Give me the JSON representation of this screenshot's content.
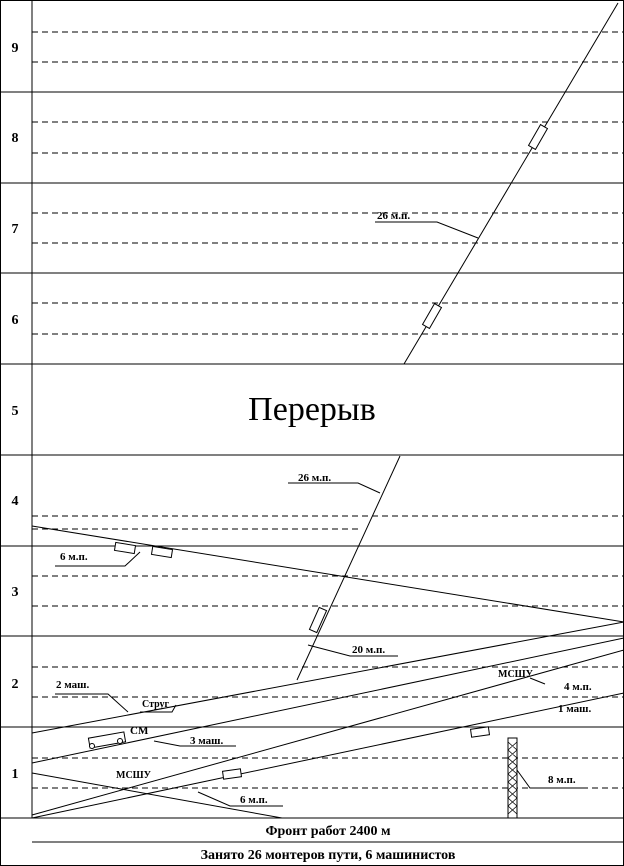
{
  "hours": [
    "1",
    "2",
    "3",
    "4",
    "5",
    "6",
    "7",
    "8",
    "9"
  ],
  "break_label": "Перерыв",
  "footer": {
    "line1": "Фронт работ 2400 м",
    "line2": "Занято 26 монтеров пути, 6 машинистов"
  },
  "labels": {
    "crew_26_upper": "26 м.п.",
    "crew_26_lower": "26 м.п.",
    "crew_6_top": "6 м.п.",
    "crew_20": "20 м.п.",
    "machinists_2": "2 маш.",
    "strug": "Струг",
    "sm": "СМ",
    "machinists_3": "3 маш.",
    "msshu_right": "МСШУ",
    "crew_4": "4 м.п.",
    "machinists_1": "1 маш.",
    "msshu_left": "МСШУ",
    "crew_6_bottom": "6 м.п.",
    "crew_8": "8 м.п."
  }
}
